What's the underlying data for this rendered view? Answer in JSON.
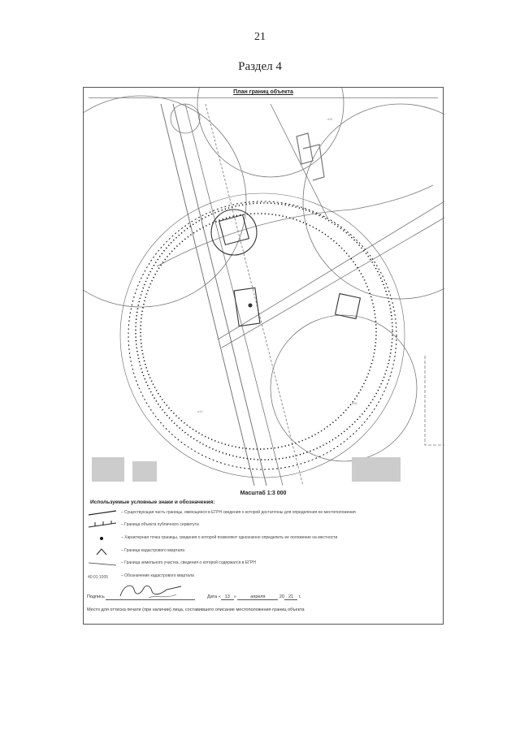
{
  "page": {
    "number": "21",
    "section_title": "Раздел 4"
  },
  "sheet": {
    "title": "План границ объекта",
    "scale": "Масштаб 1:3 000",
    "legend": {
      "title": "Используемые условные знаки и обозначения:",
      "items": [
        {
          "symbol": "solid-line",
          "text": "– Существующая часть границы, имеющиеся в ЕГРН сведения о которой достаточны для определения ее местоположения"
        },
        {
          "symbol": "tick-line",
          "text": "– Граница объекта публичного сервитута"
        },
        {
          "symbol": "dot",
          "text": "– Характерная точка границы, сведения о которой позволяют однозначно определить ее положение на местности"
        },
        {
          "symbol": "caret",
          "text": "– Граница кадастрового квартала"
        },
        {
          "symbol": "thin-line",
          "text": "– Граница земельного участка, сведения о которой содержатся в ЕГРН"
        },
        {
          "symbol": "label",
          "label": "40:01:1005",
          "text": "– Обозначение кадастрового квартала"
        }
      ]
    },
    "footer": {
      "signature_label": "Подпись",
      "date_label": "Дата",
      "day": "13",
      "month": "апреля",
      "year_prefix": "20",
      "year_suffix": "21",
      "year_end": "г.",
      "seal_note": "Место для оттиска печати (при наличии) лица, составившего описание местоположения границ объекта"
    }
  }
}
